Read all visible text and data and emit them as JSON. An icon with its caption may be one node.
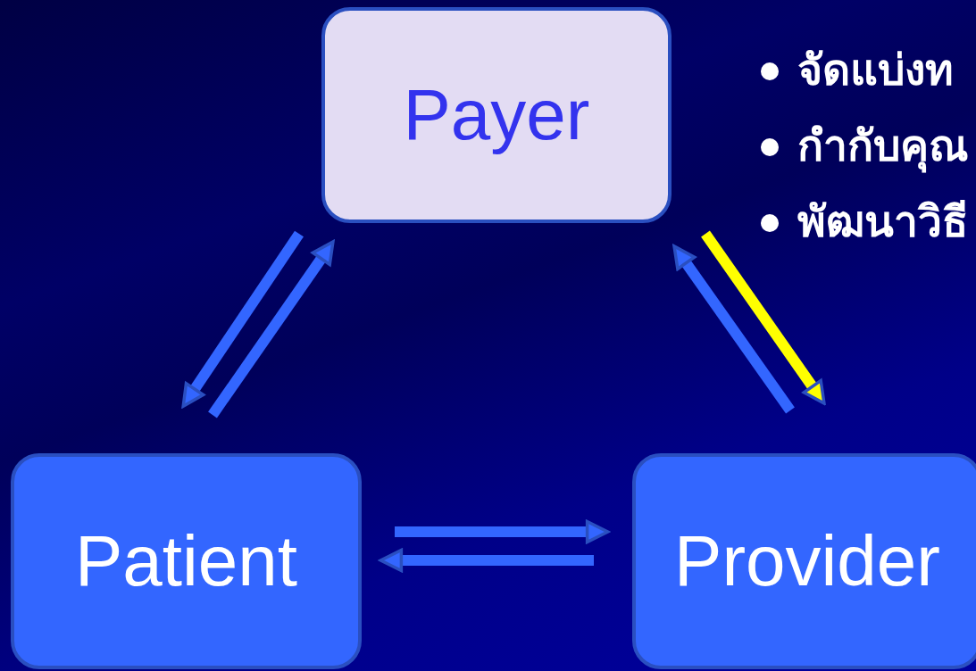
{
  "diagram": {
    "nodes": [
      {
        "text": [
          "Payer"
        ]
      },
      {
        "text": [
          "Patient"
        ]
      },
      {
        "text": [
          "Provider"
        ]
      }
    ],
    "edges": [
      {
        "from": 0,
        "to": 1,
        "arrow": "to"
      },
      {
        "from": 1,
        "to": 0,
        "arrow": "to"
      },
      {
        "from": 2,
        "to": 0,
        "arrow": "to"
      },
      {
        "from": 0,
        "to": 2,
        "arrow": "to",
        "color": "#ffff00"
      },
      {
        "from": 1,
        "to": 2,
        "arrow": "to"
      },
      {
        "from": 2,
        "to": 1,
        "arrow": "to"
      }
    ],
    "labels": [
      "จัดแบ่งท",
      "กำกับคุณ",
      "พัฒนาวิธี"
    ]
  }
}
